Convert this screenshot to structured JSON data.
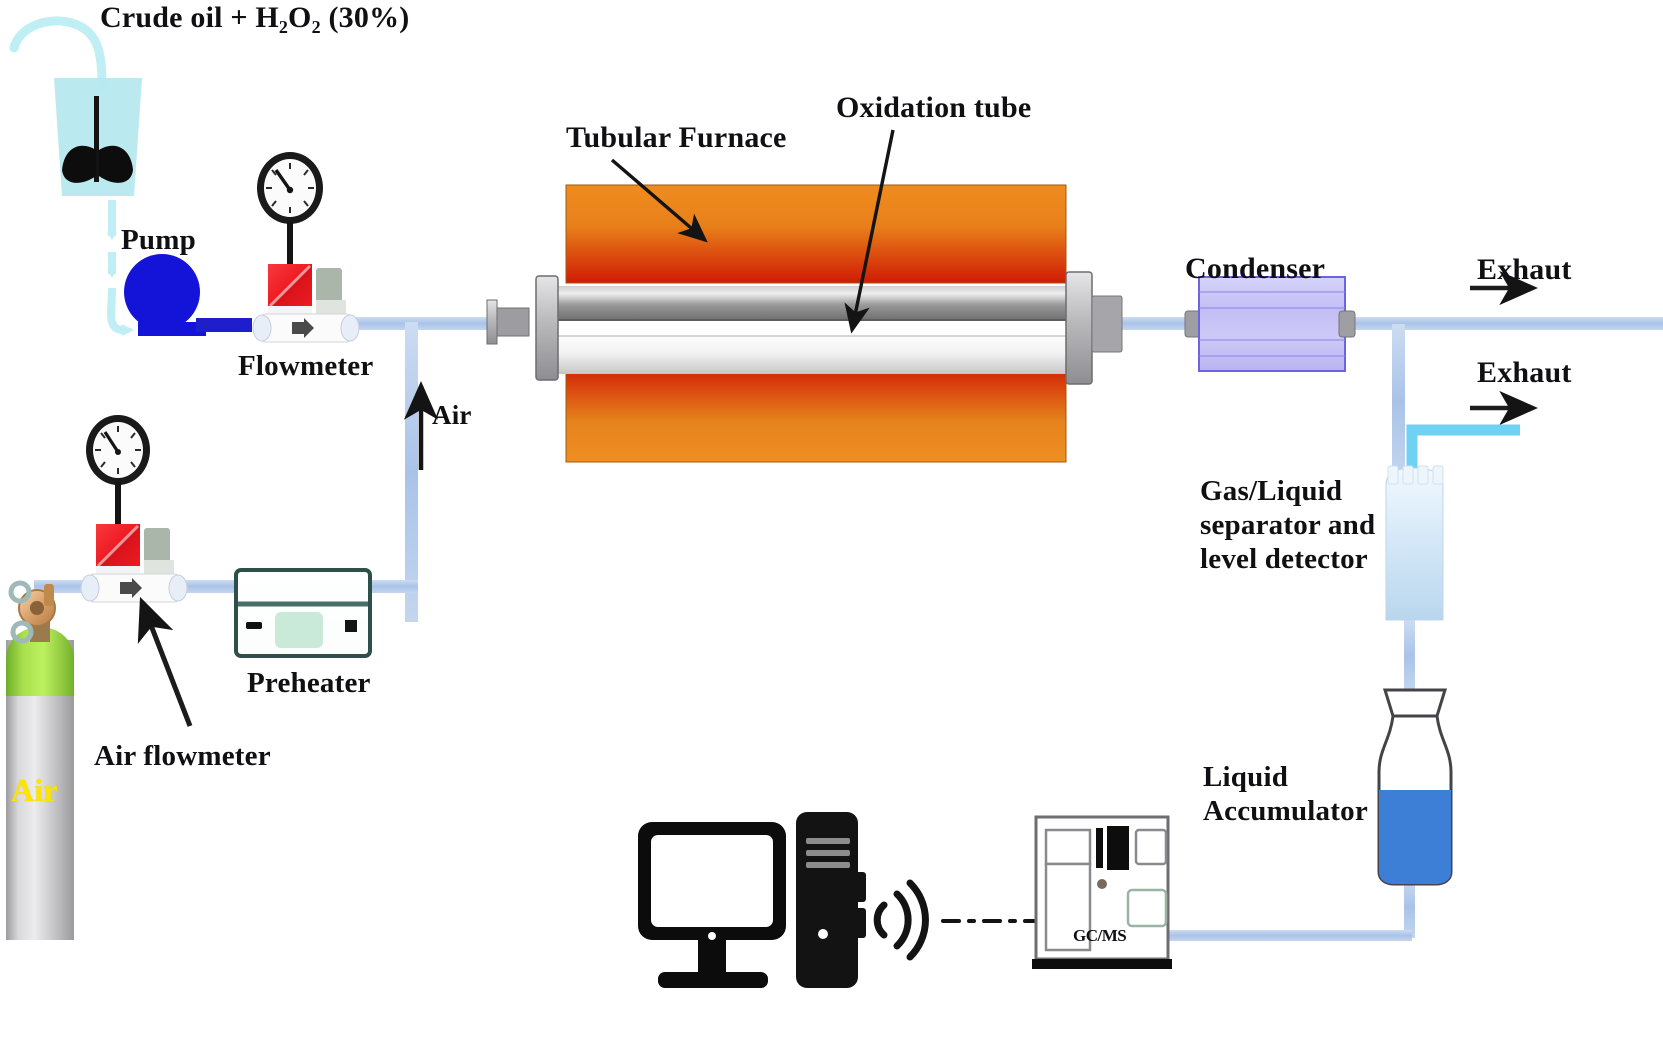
{
  "diagram": {
    "title": "Crude oil oxidation experimental apparatus schematic",
    "labels": {
      "feed": "Crude oil + H₂O₂ (30%)",
      "pump": "Pump",
      "flowmeter": "Flowmeter",
      "air_flowmeter": "Air flowmeter",
      "preheater": "Preheater",
      "air_stream": "Air",
      "cylinder_tag": "Air",
      "tubular_furnace": "Tubular Furnace",
      "oxidation_tube": "Oxidation tube",
      "condenser": "Condenser",
      "exhaust_top": "Exhaut",
      "exhaust_bottom": "Exhaut",
      "separator": "Gas/Liquid\nseparator and\nlevel detector",
      "accumulator": "Liquid\nAccumulator",
      "gcms": "GC/MS"
    },
    "components": [
      {
        "name": "stirred-feed-beaker",
        "label": "Crude oil + H₂O₂ (30%)"
      },
      {
        "name": "dosing-pump",
        "label": "Pump"
      },
      {
        "name": "liquid-flowmeter",
        "label": "Flowmeter"
      },
      {
        "name": "air-cylinder",
        "label": "Air"
      },
      {
        "name": "air-flowmeter",
        "label": "Air flowmeter"
      },
      {
        "name": "preheater",
        "label": "Preheater"
      },
      {
        "name": "tubular-furnace",
        "label": "Tubular Furnace"
      },
      {
        "name": "oxidation-tube",
        "label": "Oxidation tube"
      },
      {
        "name": "condenser",
        "label": "Condenser"
      },
      {
        "name": "gas-liquid-separator",
        "label": "Gas/Liquid separator and level detector"
      },
      {
        "name": "liquid-accumulator",
        "label": "Liquid Accumulator"
      },
      {
        "name": "gcms-analyzer",
        "label": "GC/MS"
      },
      {
        "name": "computer-monitor",
        "label": ""
      },
      {
        "name": "computer-tower",
        "label": ""
      }
    ],
    "colors": {
      "pipe": "#aec6ea",
      "pipe_cyan": "#7fd4f0",
      "feed_tube": "#bdeef2",
      "pump": "#1414d8",
      "furnace_orange": "#e8821b",
      "furnace_red": "#d01c05",
      "condenser": "#bdb9f2",
      "accumulator_liquid": "#3d7fd6",
      "separator_liquid": "#cfe3f5",
      "cylinder_green": "#8ed43c",
      "cylinder_body": "#c9c9cb",
      "gauge_red": "#ee1c23",
      "air_text": "#FFE400",
      "label_text": "#0f0f14"
    }
  }
}
